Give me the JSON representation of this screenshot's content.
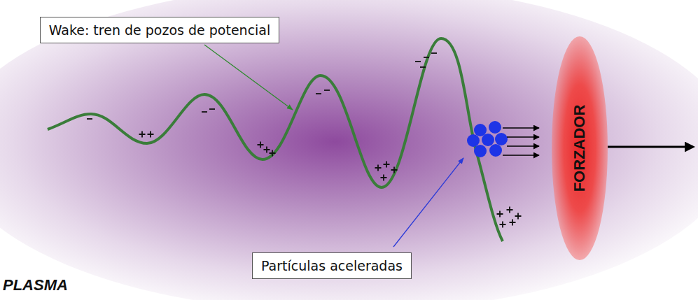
{
  "diagram": {
    "nodes": [
      {
        "text": [
          "Wake: tren de pozos de potencial"
        ]
      },
      {
        "text": [
          "FORZADOR"
        ]
      },
      {
        "text": [
          "Partículas aceleradas"
        ]
      }
    ],
    "labels": [
      "PLASMA"
    ]
  }
}
